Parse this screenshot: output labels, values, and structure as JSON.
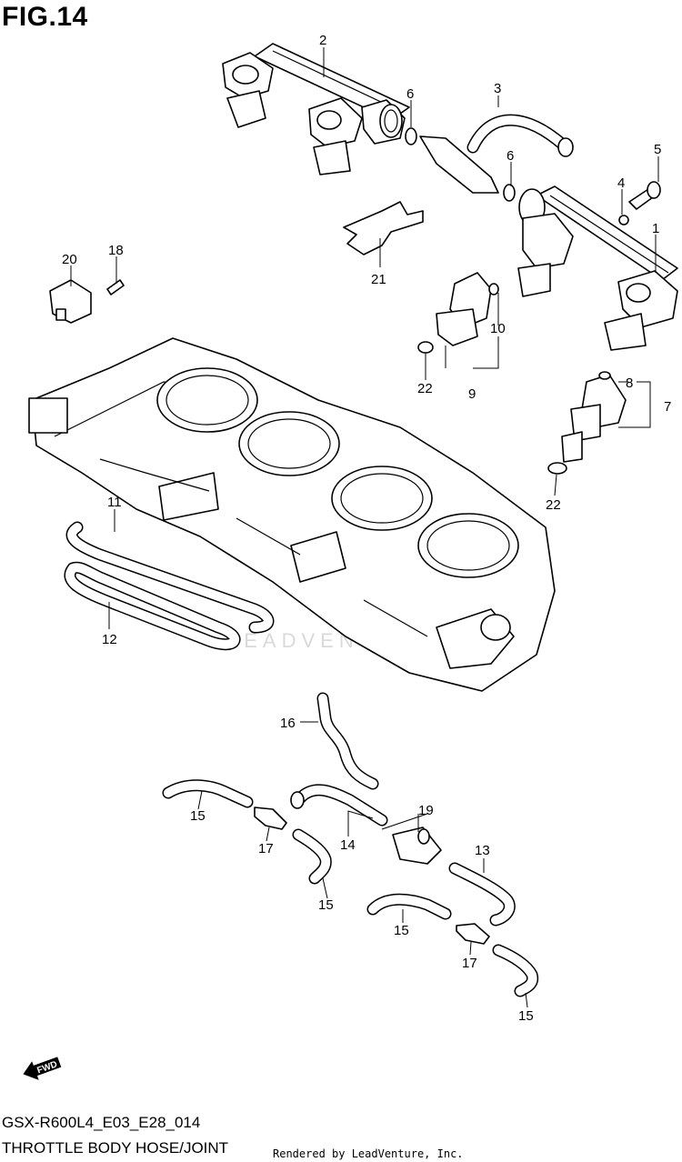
{
  "figure_title": "FIG.14",
  "diagram_code": "GSX-R600L4_E03_E28_014",
  "diagram_caption": "THROTTLE BODY HOSE/JOINT",
  "credit": "Rendered by LeadVenture, Inc.",
  "watermark": "LEADVENTURE",
  "fwd_label": "FWD",
  "callouts": [
    "1",
    "2",
    "3",
    "4",
    "5",
    "6",
    "6",
    "7",
    "8",
    "9",
    "10",
    "11",
    "12",
    "13",
    "14",
    "15",
    "15",
    "15",
    "15",
    "16",
    "17",
    "17",
    "18",
    "19",
    "20",
    "21",
    "22",
    "22"
  ]
}
